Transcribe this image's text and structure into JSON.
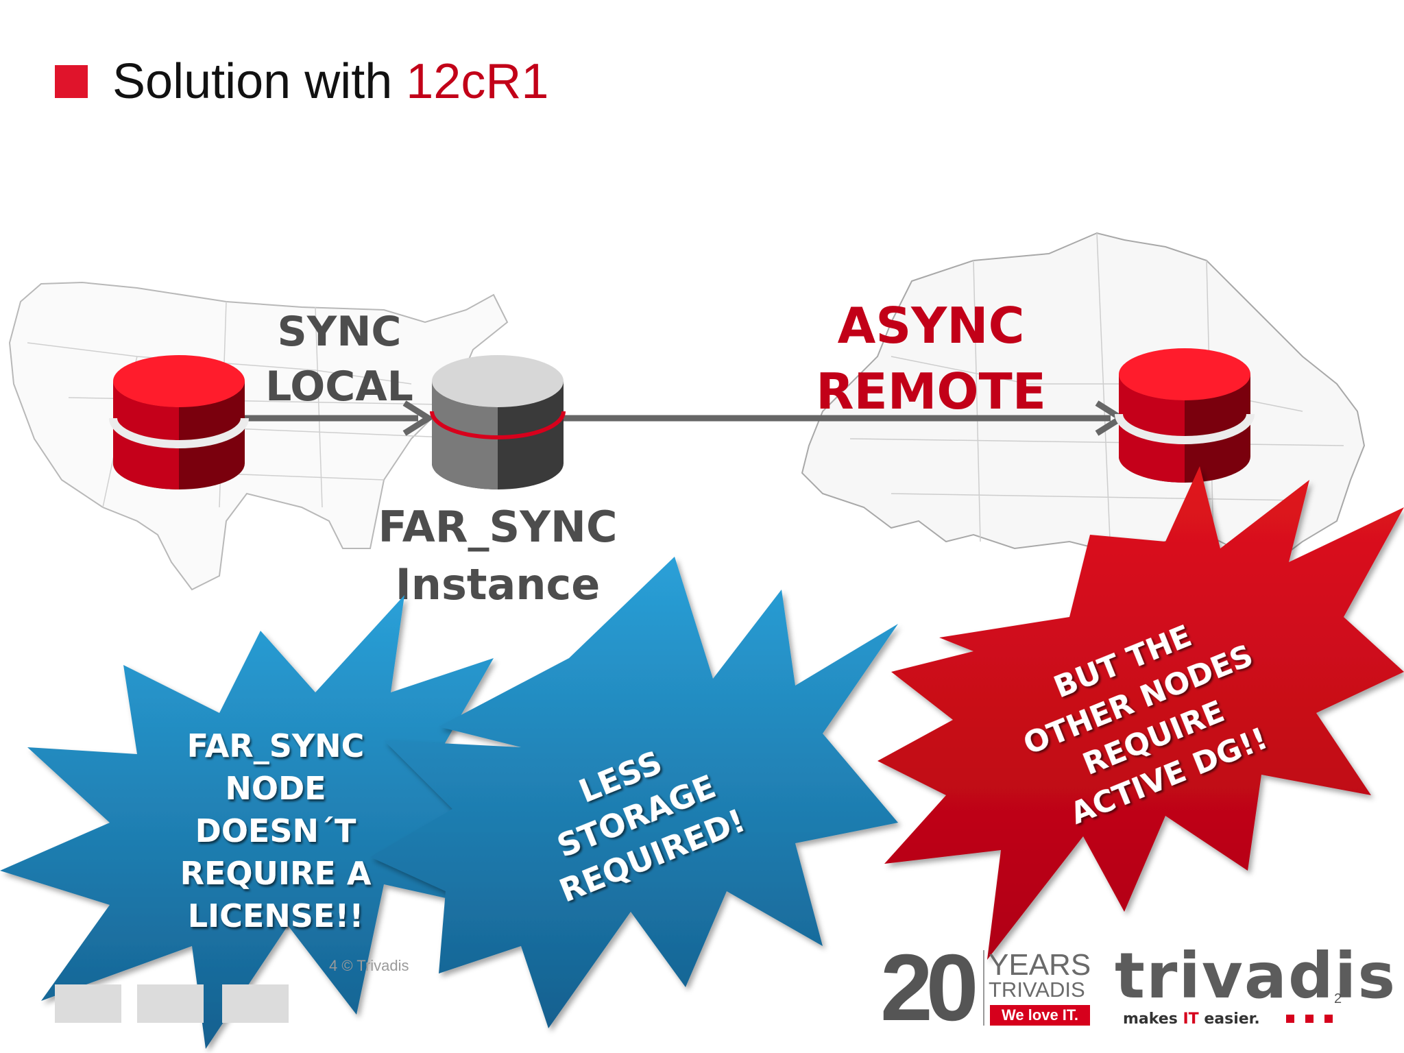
{
  "slide": {
    "title_prefix": "Solution with",
    "title_accent": "12cR1",
    "footer": "4 © Trivadis",
    "page_number": "2"
  },
  "diagram": {
    "link_local": {
      "label_line1": "SYNC",
      "label_line2": "LOCAL"
    },
    "link_remote": {
      "label_line1": "ASYNC",
      "label_line2": "REMOTE"
    },
    "far_sync": {
      "label_line1": "FAR_SYNC",
      "label_line2": "Instance"
    },
    "bursts": {
      "license": [
        "FAR_SYNC",
        "NODE",
        "DOESN´T",
        "REQUIRE A",
        "LICENSE!!"
      ],
      "storage": [
        "LESS",
        "STORAGE",
        "REQUIRED!"
      ],
      "active_dg": [
        "BUT THE",
        "OTHER NODES",
        "REQUIRE",
        "ACTIVE DG!!"
      ]
    }
  },
  "branding": {
    "anniversary_number": "20",
    "anniversary_years": "YEARS",
    "anniversary_company": "TRIVADIS",
    "anniversary_tagline": "We love IT.",
    "logo_part1": "tri",
    "logo_part2": "vadis",
    "slogan_part1": "makes ",
    "slogan_part2": "IT",
    "slogan_part3": " easier."
  },
  "colors": {
    "accent_red": "#e0142b",
    "dark_red": "#c20018",
    "burst_blue": "#1f7fb5",
    "burst_red": "#d10b1c",
    "label_grey": "#4d4d4d"
  }
}
